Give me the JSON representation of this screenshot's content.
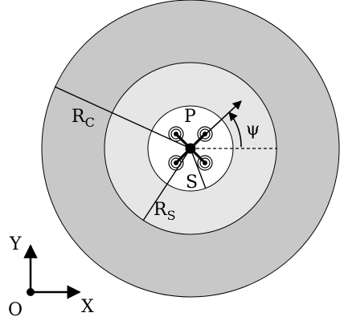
{
  "labels": {
    "r_c_main": "R",
    "r_c_sub": "C",
    "r_s_main": "R",
    "r_s_sub": "S",
    "p": "P",
    "s": "S",
    "psi": "ψ",
    "x_axis": "X",
    "y_axis": "Y",
    "origin": "O"
  },
  "colors": {
    "outer_ring": "#c8c8c8",
    "middle_ring": "#e6e6e6",
    "inner_disc": "#ffffff",
    "stroke": "#000000"
  }
}
